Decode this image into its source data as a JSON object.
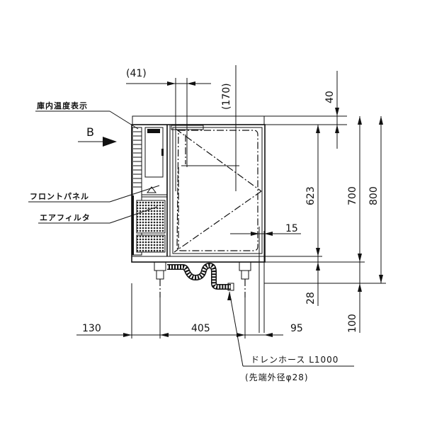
{
  "drawing": {
    "view_label": "B",
    "callouts": {
      "temp_display": "庫内温度表示",
      "front_panel": "フロントパネル",
      "air_filter": "エアフィルタ",
      "drain_hose": "ドレンホース L1000",
      "drain_hose_note": "(先端外径φ28)"
    },
    "dimensions": {
      "top_41": "(41)",
      "top_170": "(170)",
      "top_40": "40",
      "h_623": "623",
      "h_700": "700",
      "h_800": "800",
      "gap_15": "15",
      "h_28": "28",
      "h_100": "100",
      "w_130": "130",
      "w_405": "405",
      "w_95": "95"
    }
  }
}
